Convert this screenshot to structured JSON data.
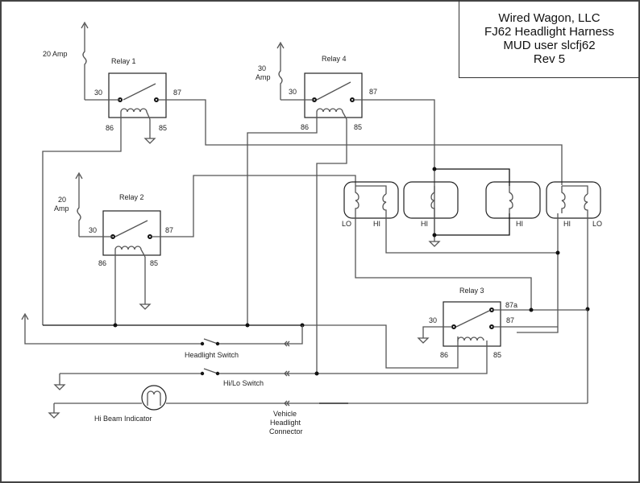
{
  "title_block": {
    "lines": [
      "Wired Wagon, LLC",
      "FJ62 Headlight Harness",
      "MUD user slcfj62",
      "Rev 5"
    ]
  },
  "relays": [
    {
      "name": "Relay 1",
      "fuse": "20 Amp",
      "pins": {
        "p30": "30",
        "p87": "87",
        "p86": "86",
        "p85": "85"
      }
    },
    {
      "name": "Relay 2",
      "fuse_line1": "20",
      "fuse_line2": "Amp",
      "pins": {
        "p30": "30",
        "p87": "87",
        "p86": "86",
        "p85": "85"
      }
    },
    {
      "name": "Relay 3",
      "pins": {
        "p30": "30",
        "p87": "87",
        "p87a": "87a",
        "p86": "86",
        "p85": "85"
      }
    },
    {
      "name": "Relay 4",
      "fuse_line1": "30",
      "fuse_line2": "Amp",
      "pins": {
        "p30": "30",
        "p87": "87",
        "p86": "86",
        "p85": "85"
      }
    }
  ],
  "headlights": [
    {
      "labels": [
        "LO",
        "HI"
      ]
    },
    {
      "labels": [
        "HI"
      ]
    },
    {
      "labels": [
        "HI"
      ]
    },
    {
      "labels": [
        "HI",
        "LO"
      ]
    }
  ],
  "switches": {
    "headlight": "Headlight Switch",
    "hilo": "Hi/Lo Switch"
  },
  "indicator": "Hi Beam Indicator",
  "connector": {
    "line1": "Vehicle",
    "line2": "Headlight",
    "line3": "Connector"
  }
}
